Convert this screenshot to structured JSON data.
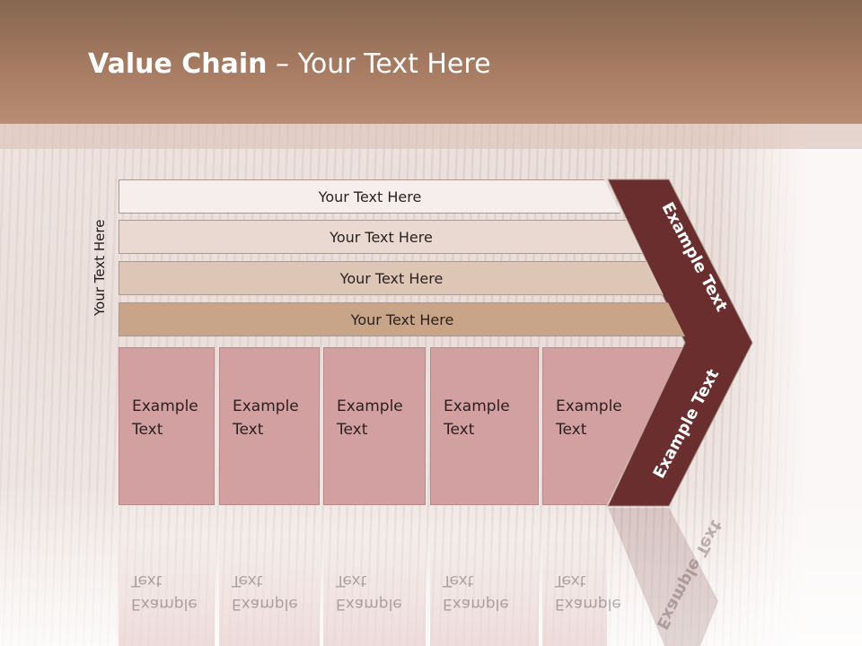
{
  "title": {
    "bold": "Value Chain",
    "rest": " – Your Text Here"
  },
  "side_label": "Your Text Here",
  "bars": [
    {
      "label": "Your Text Here",
      "color": "#f5eeec"
    },
    {
      "label": "Your Text Here",
      "color": "#ead9d1"
    },
    {
      "label": "Your Text Here",
      "color": "#dec6b6"
    },
    {
      "label": "Your Text Here",
      "color": "#c8a489"
    }
  ],
  "columns": [
    {
      "line1": "Example",
      "line2": "Text"
    },
    {
      "line1": "Example",
      "line2": "Text"
    },
    {
      "line1": "Example",
      "line2": "Text"
    },
    {
      "line1": "Example",
      "line2": "Text"
    },
    {
      "line1": "Example",
      "line2": "Text"
    }
  ],
  "chevron": {
    "top_label": "Example Text",
    "bottom_label": "Example Text",
    "color": "#6b2e2e"
  }
}
